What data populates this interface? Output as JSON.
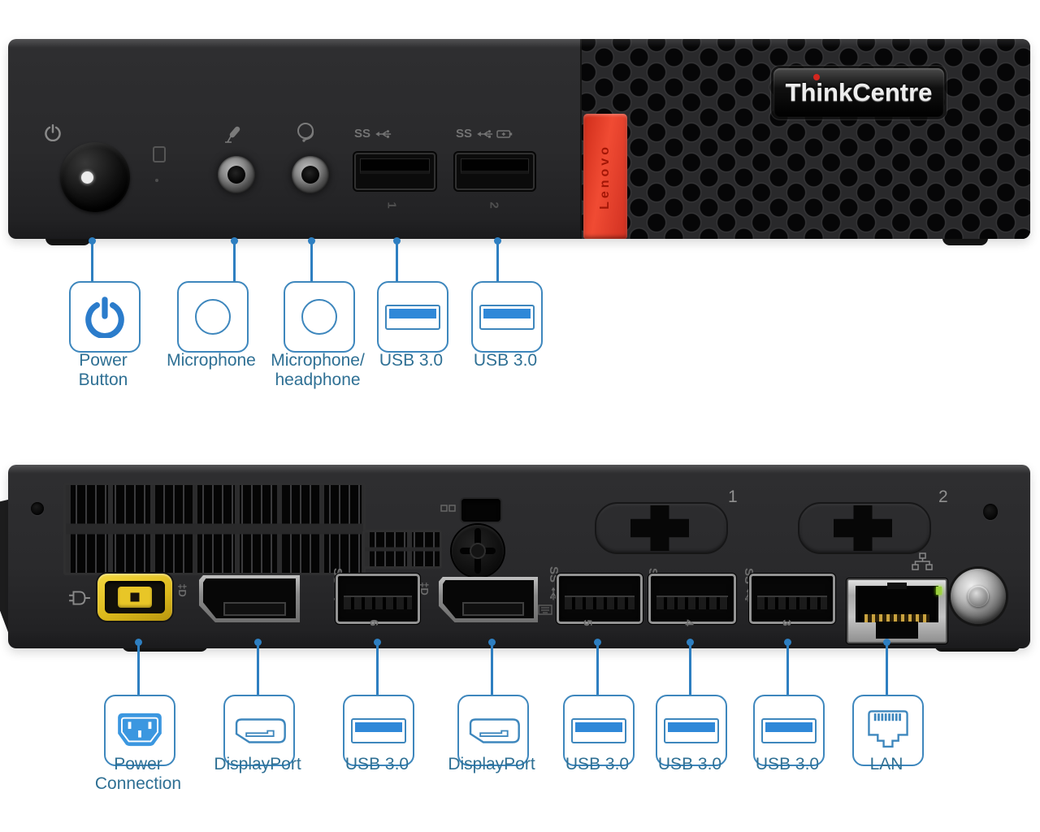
{
  "colors": {
    "accent_blue": "#3e87bd",
    "label_blue": "#2f7094",
    "usb_fill_blue": "#2f88d8",
    "power_icon_blue": "#2b7ccb",
    "lenovo_red": "#e03a26",
    "power_connector_yellow": "#e6c21f",
    "chassis_black": "#272728"
  },
  "front": {
    "badge": "ThinkCentre",
    "side_tab": "Lenovo",
    "usb_markings": [
      "SS",
      "SS"
    ],
    "port_numbers": [
      "1",
      "2"
    ],
    "callouts": [
      {
        "icon": "power-icon",
        "lines": [
          "Power",
          "Button"
        ]
      },
      {
        "icon": "audio-jack-icon",
        "lines": [
          "Microphone"
        ]
      },
      {
        "icon": "audio-jack-icon",
        "lines": [
          "Microphone/",
          "headphone"
        ]
      },
      {
        "icon": "usb3-port-icon",
        "lines": [
          "USB 3.0"
        ]
      },
      {
        "icon": "usb3-port-icon",
        "lines": [
          "USB 3.0"
        ]
      }
    ]
  },
  "rear": {
    "knockout_numbers": [
      "1",
      "2"
    ],
    "port_numbers": [
      "6",
      "5",
      "4",
      "3"
    ],
    "usb_markings": [
      "SS",
      "SS",
      "SS",
      "SS"
    ],
    "dp_markings": [
      "‡D",
      "‡D"
    ],
    "callouts": [
      {
        "icon": "power-connection-icon",
        "lines": [
          "Power",
          "Connection"
        ]
      },
      {
        "icon": "displayport-icon",
        "lines": [
          "DisplayPort"
        ]
      },
      {
        "icon": "usb3-port-icon",
        "lines": [
          "USB 3.0"
        ]
      },
      {
        "icon": "displayport-icon",
        "lines": [
          "DisplayPort"
        ]
      },
      {
        "icon": "usb3-port-icon",
        "lines": [
          "USB 3.0"
        ]
      },
      {
        "icon": "usb3-port-icon",
        "lines": [
          "USB 3.0"
        ]
      },
      {
        "icon": "usb3-port-icon",
        "lines": [
          "USB 3.0"
        ]
      },
      {
        "icon": "lan-icon",
        "lines": [
          "LAN"
        ]
      }
    ]
  }
}
